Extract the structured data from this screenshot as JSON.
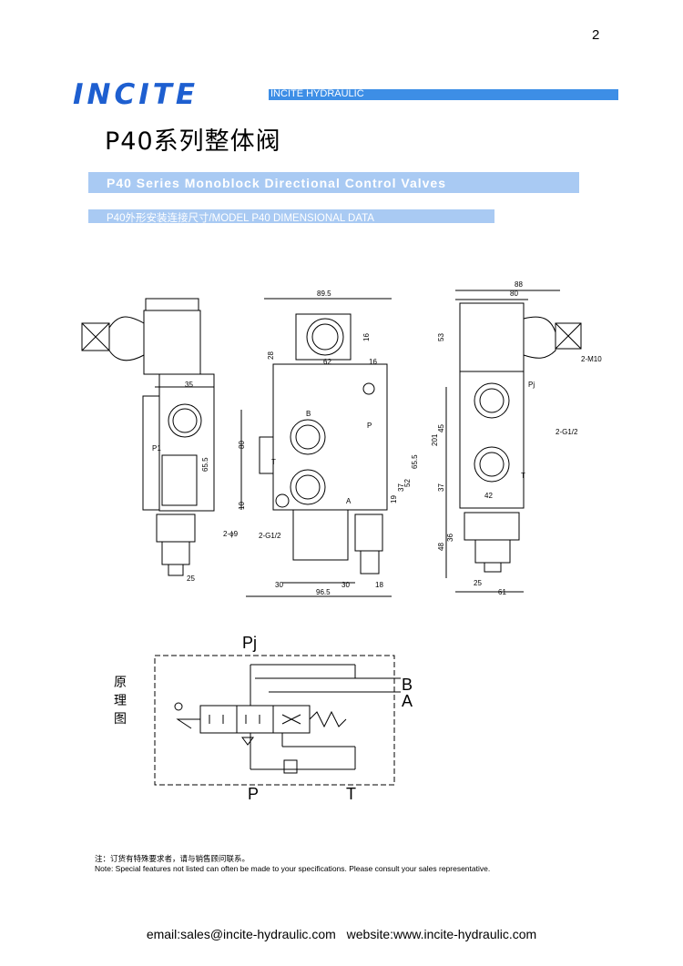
{
  "page": {
    "number": "2"
  },
  "header": {
    "logo_text": "INCITE",
    "brand_bar_text": "INCITE HYDRAULIC",
    "accent_color": "#3d8ee6",
    "light_band_color": "#a9caf3"
  },
  "title": {
    "cn": "P40系列整体阀",
    "en_band": "P40 Series Monoblock Directional Control Valves",
    "sub_band": "P40外形安装连接尺寸/MODEL P40 DIMENSIONAL DATA"
  },
  "drawing_labels": {
    "side_left": {
      "d35": "35",
      "d655": "65.5",
      "d25": "25",
      "p1": "P1",
      "hole": "2-ϕ9"
    },
    "front": {
      "d895": "89.5",
      "d62": "62",
      "d16a": "16",
      "d16b": "16",
      "d28": "28",
      "d80": "80",
      "d10": "10",
      "d655": "65.5",
      "d52": "52",
      "d37": "37",
      "d19": "19",
      "d30a": "30",
      "d30b": "30",
      "d18": "18",
      "d965": "96.5",
      "b": "B",
      "a": "A",
      "p": "P",
      "t": "T",
      "port": "2-G1/2"
    },
    "side_right": {
      "d88": "88",
      "d80": "80",
      "d53": "53",
      "m10": "2-M10",
      "pj": "Pj",
      "d201": "201",
      "d45": "45",
      "g12": "2-G1/2",
      "t": "T",
      "d37": "37",
      "d42": "42",
      "d48": "48",
      "d36": "36",
      "d25": "25",
      "d61": "61"
    }
  },
  "schematic": {
    "label_cn": "原理图",
    "ports": {
      "pj": "Pj",
      "b": "B",
      "a": "A",
      "p": "P",
      "t": "T"
    }
  },
  "notes": {
    "cn": "注：订货有特殊要求者，请与销售顾问联系。",
    "en": "Note: Special features not listed can often be made to your specifications. Please consult your sales representative."
  },
  "footer": {
    "email": "email:sales@incite-hydraulic.com",
    "website": "website:www.incite-hydraulic.com"
  }
}
